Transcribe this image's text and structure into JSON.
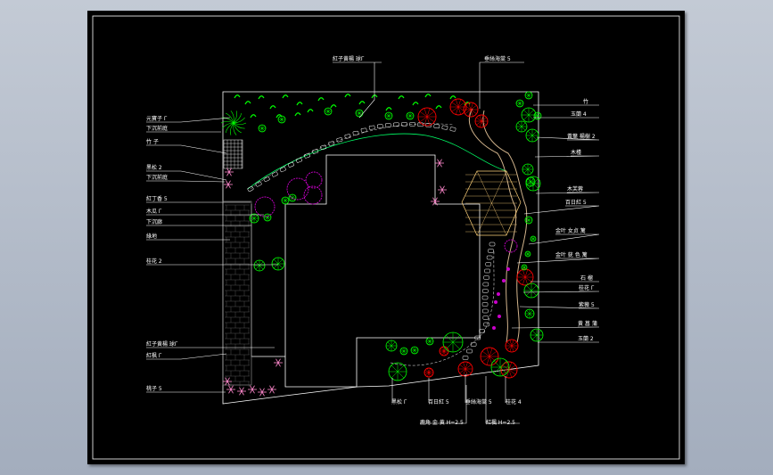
{
  "labels": {
    "top_left": "紅子黄楊 球Γ",
    "top_right": "垂絲海棠 5",
    "l1": "元寶子 Γ",
    "l2": "下沉前庭",
    "l3": "竹 子",
    "l4": "黑松 2",
    "l5": "下沉前庭",
    "l6": "紅丁香 5",
    "l7": "木瓜 Γ",
    "l8": "下沉廊",
    "l9": "綠地",
    "l10": "桂花 2",
    "l11": "紅子黄楊 球Γ",
    "l12": "紅枫 Γ",
    "l13": "桃子 5",
    "r1": "竹",
    "r2": "玉蘭 4",
    "r3": "黃葉 楊樹 2",
    "r4": "木槿",
    "r5": "木芙蓉",
    "r6": "百日紅 5",
    "r7": "金叶 女贞 篱",
    "r8": "金叶 莸 色 篱",
    "r9": "石 榴",
    "r10": "桂花 Γ",
    "r11": "紫薇 5",
    "r12": "黄 菖 蒲",
    "r13": "玉蘭 2",
    "b1": "黑松 Γ",
    "b2": "百日紅 5",
    "b3": "垂絲海棠 5",
    "b4": "桂花 4",
    "b5": "鹿角 金 黄 H=2.5",
    "b6": "紅楓 H=2.5"
  },
  "colors": {
    "paper": "#000000",
    "frame": "#ffffff",
    "leader": "#ffffff",
    "shrub_green": "#00ff00",
    "flower_red": "#ff0000",
    "flower_pink": "#ff88cc",
    "magenta": "#cc00cc",
    "path_tan": "#d2b48c",
    "stone": "#c8c8c8"
  },
  "icons": [
    "green-shrub-icon",
    "red-flower-tree-icon",
    "pink-flower-icon",
    "magenta-circle-icon",
    "palm-icon"
  ]
}
